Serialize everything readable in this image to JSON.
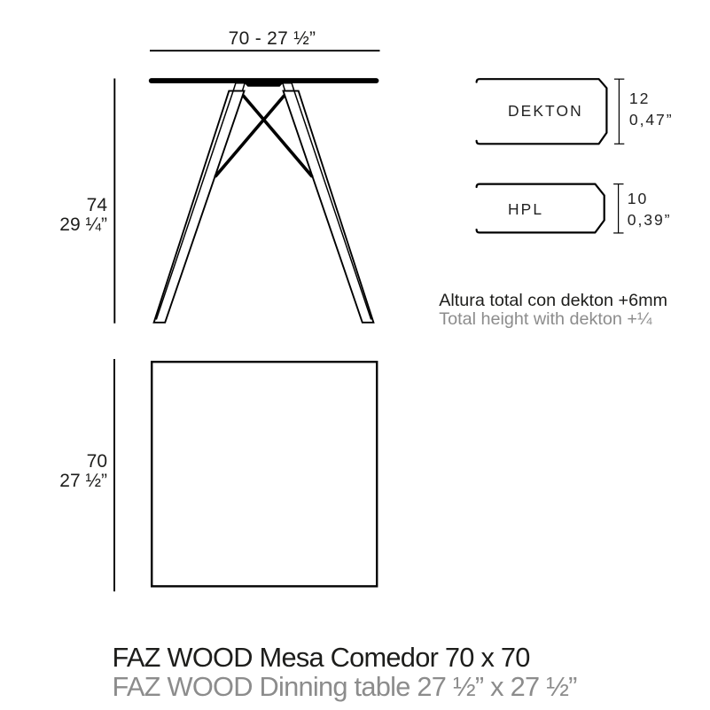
{
  "dimensions": {
    "front_width": "70 - 27 ½”",
    "front_height_cm": "74",
    "front_height_in": "29 ¼”",
    "top_side_cm": "70",
    "top_side_in": "27 ½”"
  },
  "profiles": [
    {
      "name": "DEKTON",
      "thickness_cm": "12",
      "thickness_in": "0,47”"
    },
    {
      "name": "HPL",
      "thickness_cm": "10",
      "thickness_in": "0,39”"
    }
  ],
  "notes": {
    "line_es": "Altura total con dekton +6mm",
    "line_en": "Total height with dekton +¼"
  },
  "captions": {
    "line_es": "FAZ WOOD Mesa Comedor 70 x 70",
    "line_en": "FAZ WOOD Dinning table 27 ½” x 27 ½”"
  },
  "colors": {
    "ink": "#000000",
    "text_primary": "#1d1d1b",
    "text_secondary": "#8c8c8c"
  }
}
